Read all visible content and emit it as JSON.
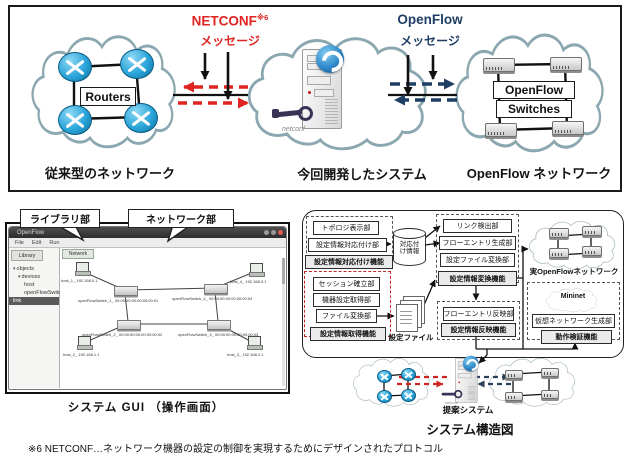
{
  "colors": {
    "accent_red": "#e02421",
    "accent_navy": "#1f3e63",
    "router_blue": "#2aa5d9",
    "cloud_outline": "#8ba7b0",
    "close_button_red": "#e25b4e"
  },
  "top_figure": {
    "netconf_label": "NETCONF",
    "netconf_footnote_ref": "※6",
    "netconf_message": "メッセージ",
    "openflow_label": "OpenFlow",
    "openflow_message": "メッセージ",
    "routers_label": "Routers",
    "switches_label_line1": "OpenFlow",
    "switches_label_line2": "Switches",
    "netconf_logo_text": "netconf",
    "caption_left": "従来型のネットワーク",
    "caption_center": "今回開発したシステム",
    "caption_right": "OpenFlow ネットワーク"
  },
  "gui_figure": {
    "callout_library": "ライブラリ部",
    "callout_network": "ネットワーク部",
    "window_title": "OpenFlow",
    "menu_items": [
      "File",
      "Edit",
      "Run"
    ],
    "library_tab": "Library",
    "tree_items": [
      "objects",
      "devices",
      "host",
      "openFlowSwitch"
    ],
    "tree_selected": "link",
    "canvas_tab": "Network",
    "node_labels": {
      "host_1": "host_1_ 192.168.0.1",
      "host_4": "host_4_ 192.168.3.1",
      "host_2": "host_2_ 192.168.1.1",
      "host_3": "host_3_ 192.168.2.1",
      "switch_1": "openFlowSwitch_1_ 00:00:00:00:00:00:00:01",
      "switch_4": "openFlowSwitch_4_ 00:00:00:00:00:00:00:04",
      "switch_2": "openFlowSwitch_2_ 00:00:00:00:00:00:00:02",
      "switch_3": "openFlowSwitch_3_ 00:00:00:00:00:00:00:03"
    },
    "caption": "システム GUI （操作画面）"
  },
  "structure_figure": {
    "mapping_group": {
      "items": [
        "トポロジ表示部",
        "設定情報対応付け部"
      ],
      "label": "設定情報対応付け機能"
    },
    "mapping_store": "対応付け情報",
    "acquire_group": {
      "items": [
        "セッション確立部",
        "機器設定取得部",
        "ファイル変換部"
      ],
      "label": "設定情報取得機能"
    },
    "config_files_label": "設定ファイル",
    "convert_group": {
      "items": [
        "リンク検出部",
        "フローエントリ生成部",
        "設定ファイル変換部"
      ],
      "label": "設定情報変換機能"
    },
    "reflect_group": {
      "items": [
        "フローエントリ反映部"
      ],
      "label": "設定情報反映機能"
    },
    "real_network_label": "実OpenFlowネットワーク",
    "verify_group": {
      "mininet": "Mininet",
      "item": "仮想ネットワーク生成部",
      "label": "動作検証機能"
    },
    "netconf_logo_text": "netconf",
    "proposed_system_label": "提案システム",
    "caption": "システム構造図"
  },
  "footnote": "※6 NETCONF…ネットワーク機器の設定の制御を実現するためにデザインされたプロトコル"
}
